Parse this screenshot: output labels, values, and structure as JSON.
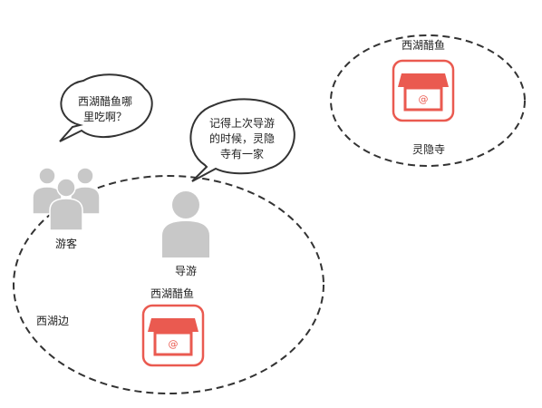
{
  "colors": {
    "background": "#ffffff",
    "outline": "#333333",
    "shop_red": "#ea5a50",
    "person_gray": "#c8c8c8",
    "text": "#222222"
  },
  "regions": [
    {
      "id": "xihu",
      "label": "西湖边"
    },
    {
      "id": "lingyin",
      "label": "灵隐寺"
    }
  ],
  "people": {
    "tourists": {
      "label": "游客",
      "icon": "group-icon"
    },
    "guide": {
      "label": "导游",
      "icon": "person-icon"
    }
  },
  "shops": [
    {
      "name": "西湖醋鱼",
      "icon": "shop-icon"
    },
    {
      "name": "西湖醋鱼",
      "icon": "shop-icon"
    }
  ],
  "bubbles": {
    "tourist": {
      "line1": "西湖醋鱼哪",
      "line2": "里吃啊？"
    },
    "guide": {
      "line1": "记得上次导游",
      "line2": "的时候，灵隐",
      "line3": "寺有一家"
    }
  }
}
